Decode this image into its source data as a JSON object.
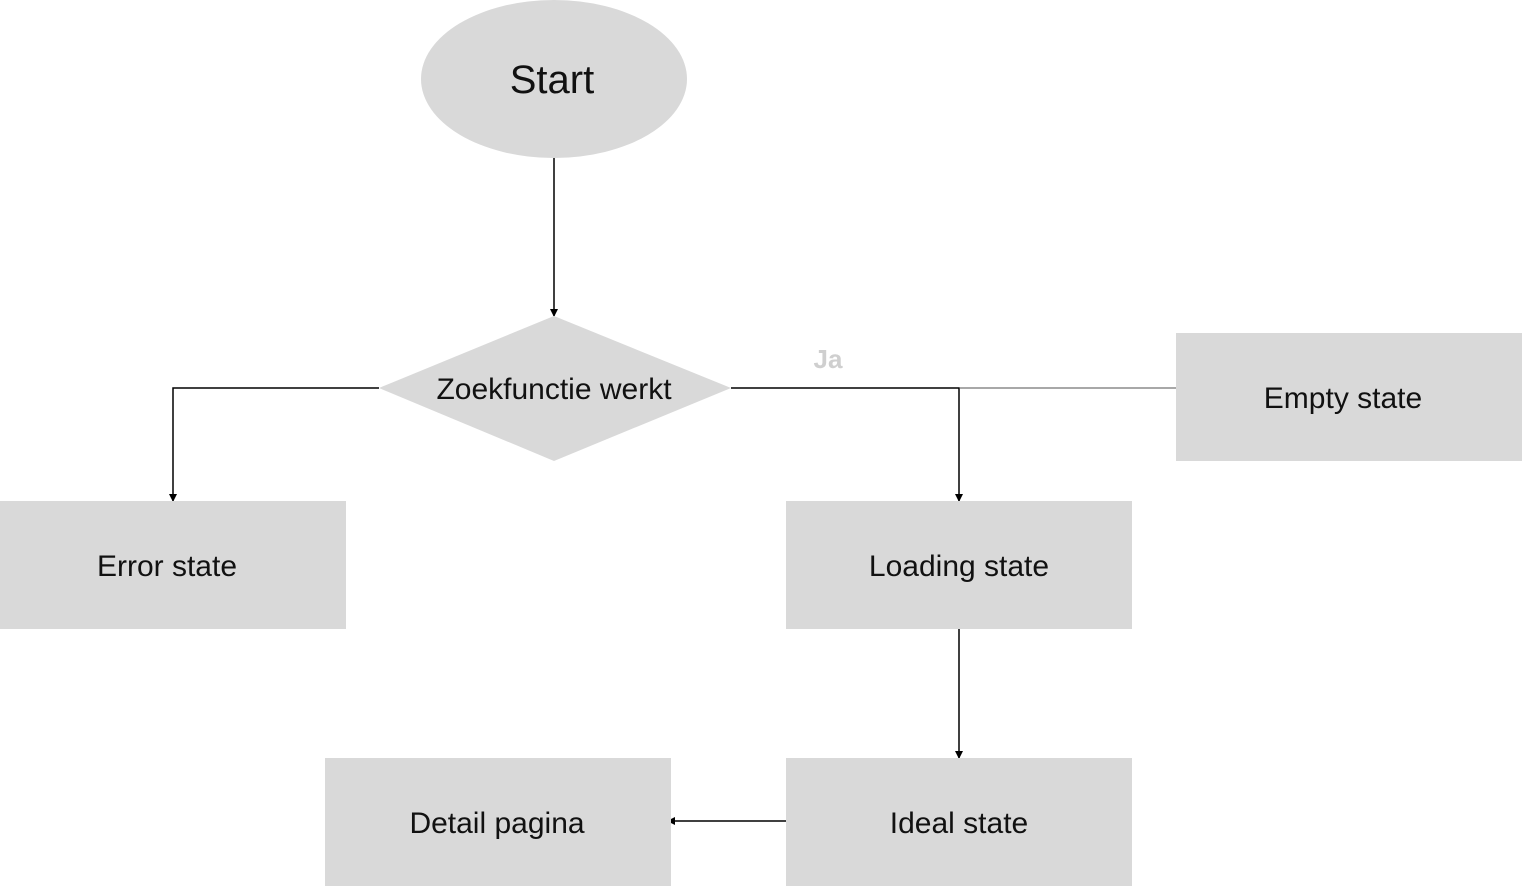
{
  "nodes": {
    "start": {
      "label": "Start",
      "shape": "ellipse"
    },
    "decision": {
      "label": "Zoekfunctie werkt",
      "shape": "diamond"
    },
    "error_state": {
      "label": "Error state",
      "shape": "rectangle"
    },
    "loading_state": {
      "label": "Loading state",
      "shape": "rectangle"
    },
    "empty_state": {
      "label": "Empty state",
      "shape": "rectangle"
    },
    "ideal_state": {
      "label": "Ideal state",
      "shape": "rectangle"
    },
    "detail_pagina": {
      "label": "Detail pagina",
      "shape": "rectangle"
    }
  },
  "edges": {
    "start_to_decision": {
      "from": "start",
      "to": "decision"
    },
    "decision_to_error": {
      "from": "decision",
      "to": "error_state"
    },
    "decision_to_loading": {
      "from": "decision",
      "to": "loading_state",
      "label": "Ja"
    },
    "empty_to_loading": {
      "from": "empty_state",
      "to": "loading_state"
    },
    "loading_to_ideal": {
      "from": "loading_state",
      "to": "ideal_state"
    },
    "ideal_to_detail": {
      "from": "ideal_state",
      "to": "detail_pagina"
    }
  },
  "colors": {
    "node_fill": "#d9d9d9",
    "line": "#000000",
    "line_light": "#8c8c8c",
    "edge_label": "#cfcfcf"
  }
}
